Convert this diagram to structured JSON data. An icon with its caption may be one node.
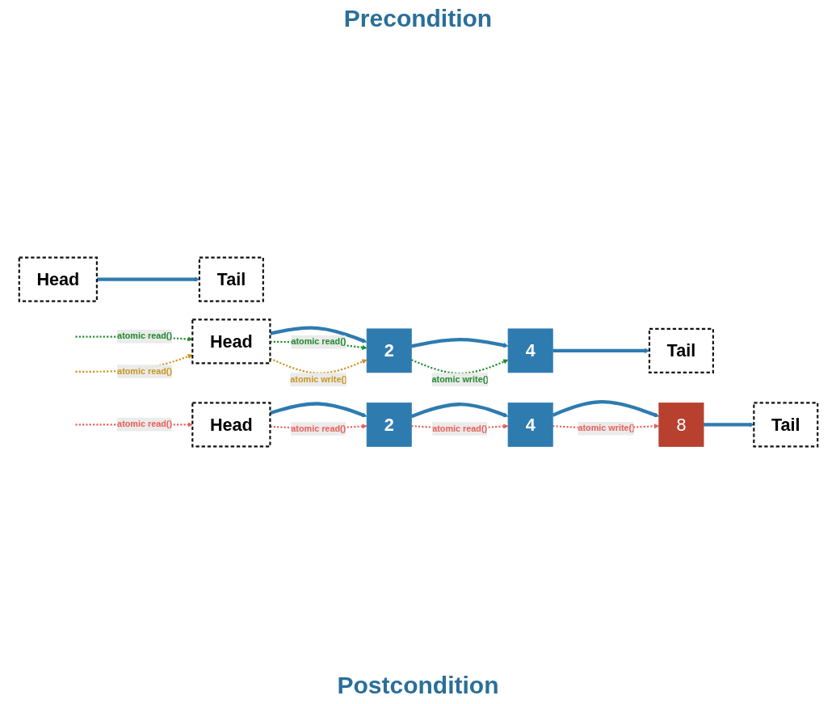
{
  "diagram": {
    "nodes": [
      {
        "text": [
          "Head"
        ]
      },
      {
        "text": [
          "Tail"
        ]
      },
      {
        "text": [
          "Head"
        ]
      },
      {
        "text": [
          "2"
        ]
      },
      {
        "text": [
          "4"
        ]
      },
      {
        "text": [
          "Tail"
        ]
      },
      {
        "text": [
          "Head"
        ]
      },
      {
        "text": [
          "2"
        ]
      },
      {
        "text": [
          "4"
        ]
      },
      {
        "text": [
          "8"
        ]
      },
      {
        "text": [
          "Tail"
        ]
      }
    ],
    "edges": [
      {
        "from": 0,
        "to": 1,
        "arrow": "to",
        "style": "thick",
        "color": "#2e7bb0"
      },
      {
        "from": 2,
        "to": 3,
        "arrow": "to",
        "style": "thick",
        "color": "#2e7bb0"
      },
      {
        "from": 3,
        "to": 4,
        "arrow": "to",
        "style": "thick",
        "color": "#2e7bb0"
      },
      {
        "from": 4,
        "to": 5,
        "arrow": "to",
        "style": "thick",
        "color": "#2e7bb0"
      },
      {
        "from": null,
        "to": 2,
        "arrow": "to",
        "label": "atomic read()",
        "style": "dashed",
        "color": "#1f8a2e"
      },
      {
        "from": 2,
        "to": 3,
        "arrow": "to",
        "label": "atomic read()",
        "style": "dashed",
        "color": "#1f8a2e"
      },
      {
        "from": 3,
        "to": 4,
        "arrow": "to",
        "label": "atomic write()",
        "style": "dashed",
        "color": "#1f8a2e"
      },
      {
        "from": null,
        "to": 2,
        "arrow": "to",
        "label": "atomic read()",
        "style": "dashed",
        "color": "#c8961e"
      },
      {
        "from": 2,
        "to": 3,
        "arrow": "to",
        "label": "atomic write()",
        "style": "dashed",
        "color": "#c8961e"
      },
      {
        "from": 6,
        "to": 7,
        "arrow": "to",
        "style": "thick",
        "color": "#2e7bb0"
      },
      {
        "from": 7,
        "to": 8,
        "arrow": "to",
        "style": "thick",
        "color": "#2e7bb0"
      },
      {
        "from": 8,
        "to": 9,
        "arrow": "to",
        "style": "thick",
        "color": "#2e7bb0"
      },
      {
        "from": 9,
        "to": 10,
        "arrow": "to",
        "style": "thick",
        "color": "#2e7bb0"
      },
      {
        "from": null,
        "to": 6,
        "arrow": "to",
        "label": "atomic read()",
        "style": "dashed",
        "color": "#e8605a"
      },
      {
        "from": 6,
        "to": 7,
        "arrow": "to",
        "label": "atomic read()",
        "style": "dashed",
        "color": "#e8605a"
      },
      {
        "from": 7,
        "to": 8,
        "arrow": "to",
        "label": "atomic read()",
        "style": "dashed",
        "color": "#e8605a"
      },
      {
        "from": 8,
        "to": 9,
        "arrow": "to",
        "label": "atomic write()",
        "style": "dashed",
        "color": "#e8605a"
      }
    ],
    "labels": [
      "Precondition",
      "Postcondition"
    ]
  }
}
